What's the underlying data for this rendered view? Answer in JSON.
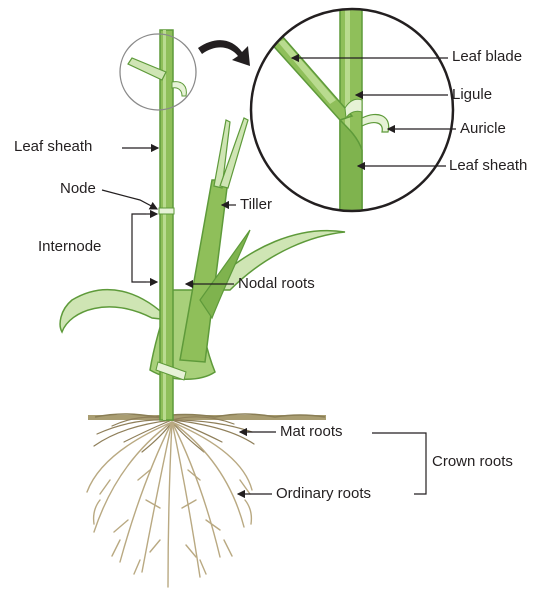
{
  "labels": {
    "leaf_blade": "Leaf blade",
    "ligule": "Ligule",
    "auricle": "Auricle",
    "leaf_sheath_zoom": "Leaf sheath",
    "leaf_sheath": "Leaf sheath",
    "node": "Node",
    "tiller": "Tiller",
    "internode": "Internode",
    "nodal_roots": "Nodal roots",
    "mat_roots": "Mat roots",
    "crown_roots": "Crown roots",
    "ordinary_roots": "Ordinary roots"
  },
  "colors": {
    "stem": "#8fbf5a",
    "stem_dark": "#5e9a3a",
    "leaf_light": "#cfe5b4",
    "root": "#b9a982",
    "soil": "#a99d72",
    "line": "#231f20"
  }
}
